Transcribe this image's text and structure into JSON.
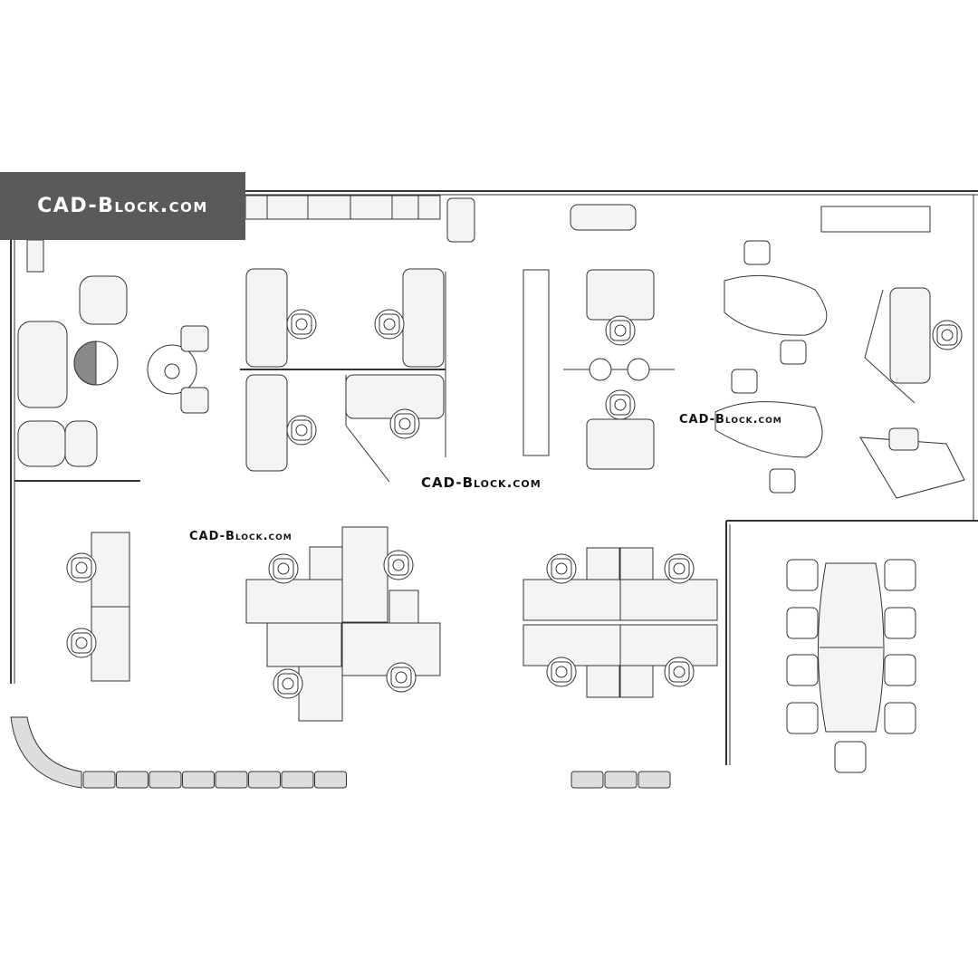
{
  "logo": {
    "text": "CAD-Block.com"
  },
  "watermarks": [
    "CAD-Block.com",
    "CAD-Block.com",
    "CAD-Block.com"
  ],
  "colors": {
    "line": "#333333",
    "fill": "#f4f4f4",
    "banner": "#5a5a5a",
    "accent": "#888888"
  }
}
